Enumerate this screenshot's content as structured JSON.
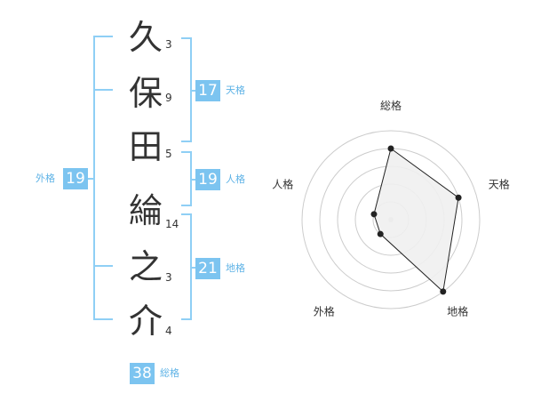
{
  "name_chars": [
    {
      "char": "久",
      "strokes": "3"
    },
    {
      "char": "保",
      "strokes": "9"
    },
    {
      "char": "田",
      "strokes": "5"
    },
    {
      "char": "綸",
      "strokes": "14"
    },
    {
      "char": "之",
      "strokes": "3"
    },
    {
      "char": "介",
      "strokes": "4"
    }
  ],
  "kaku": {
    "tenkaku": {
      "value": "17",
      "label": "天格"
    },
    "jinkaku": {
      "value": "19",
      "label": "人格"
    },
    "chikaku": {
      "value": "21",
      "label": "地格"
    },
    "gaikaku": {
      "value": "19",
      "label": "外格"
    },
    "soukaku": {
      "value": "38",
      "label": "総格"
    }
  },
  "colors": {
    "badge": "#7cc4f0",
    "bracket": "#8fcff5",
    "label": "#5fb3e6",
    "polygon_fill": "#efefef",
    "polygon_stroke": "#222222",
    "grid": "#cccccc"
  },
  "chart_data": {
    "type": "radar",
    "axes": [
      "総格",
      "天格",
      "地格",
      "外格",
      "人格"
    ],
    "levels": 5,
    "values": [
      4,
      4,
      5,
      1,
      1
    ]
  }
}
